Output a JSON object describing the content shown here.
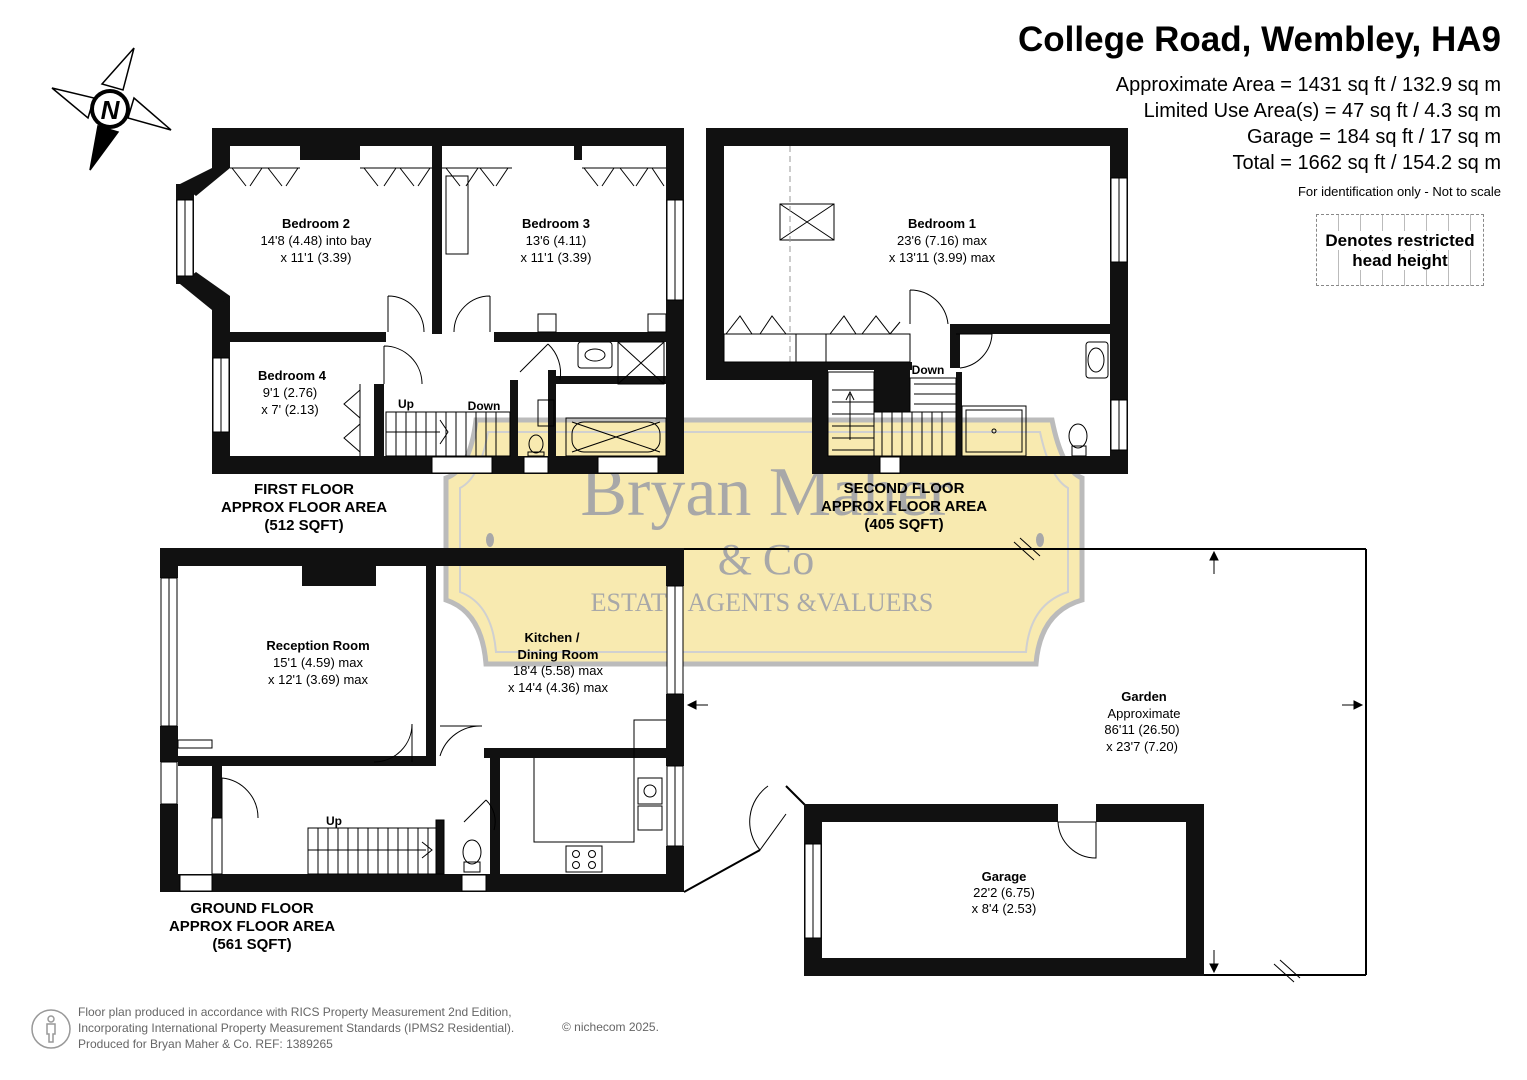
{
  "header": {
    "title": "College Road, Wembley, HA9",
    "lines": [
      "Approximate Area = 1431 sq ft / 132.9 sq m",
      "Limited Use Area(s) = 47 sq ft / 4.3 sq m",
      "Garage = 184 sq ft / 17 sq m",
      "Total = 1662 sq ft / 154.2 sq m"
    ],
    "note": "For identification only - Not to scale"
  },
  "compass": {
    "letter": "N"
  },
  "legend": {
    "line1": "Denotes restricted",
    "line2": "head height"
  },
  "watermark": {
    "name": "Bryan Maher",
    "co": "& Co",
    "tagline": "ESTATE AGENTS &VALUERS"
  },
  "rooms": {
    "bedroom2": {
      "name": "Bedroom 2",
      "dim1": "14'8 (4.48) into bay",
      "dim2": "x 11'1 (3.39)"
    },
    "bedroom3": {
      "name": "Bedroom 3",
      "dim1": "13'6 (4.11)",
      "dim2": "x 11'1 (3.39)"
    },
    "bedroom4": {
      "name": "Bedroom 4",
      "dim1": "9'1 (2.76)",
      "dim2": "x 7' (2.13)"
    },
    "bedroom1": {
      "name": "Bedroom 1",
      "dim1": "23'6 (7.16) max",
      "dim2": "x 13'11 (3.99) max"
    },
    "reception": {
      "name": "Reception Room",
      "dim1": "15'1 (4.59) max",
      "dim2": "x 12'1 (3.69) max"
    },
    "kitchen": {
      "name1": "Kitchen /",
      "name2": "Dining Room",
      "dim1": "18'4 (5.58) max",
      "dim2": "x 14'4 (4.36) max"
    },
    "garden": {
      "name": "Garden",
      "approx": "Approximate",
      "dim1": "86'11 (26.50)",
      "dim2": "x 23'7 (7.20)"
    },
    "garage": {
      "name": "Garage",
      "dim1": "22'2 (6.75)",
      "dim2": "x 8'4 (2.53)"
    }
  },
  "stairs": {
    "up": "Up",
    "down": "Down"
  },
  "floors": {
    "first": {
      "l1": "FIRST FLOOR",
      "l2": "APPROX FLOOR AREA",
      "l3": "(512 SQFT)"
    },
    "second": {
      "l1": "SECOND FLOOR",
      "l2": "APPROX FLOOR AREA",
      "l3": "(405 SQFT)"
    },
    "ground": {
      "l1": "GROUND FLOOR",
      "l2": "APPROX FLOOR AREA",
      "l3": "(561 SQFT)"
    }
  },
  "footer": {
    "line1": "Floor plan produced in accordance with RICS Property Measurement 2nd Edition,",
    "line2": "Incorporating International Property Measurement Standards (IPMS2 Residential).",
    "line3": "Produced for Bryan Maher & Co.   REF:  1389265",
    "copyright": "© nichecom 2025."
  },
  "colors": {
    "wall": "#111111",
    "watermark_fill": "#f7e7a3",
    "watermark_text": "#9a9a9a"
  }
}
